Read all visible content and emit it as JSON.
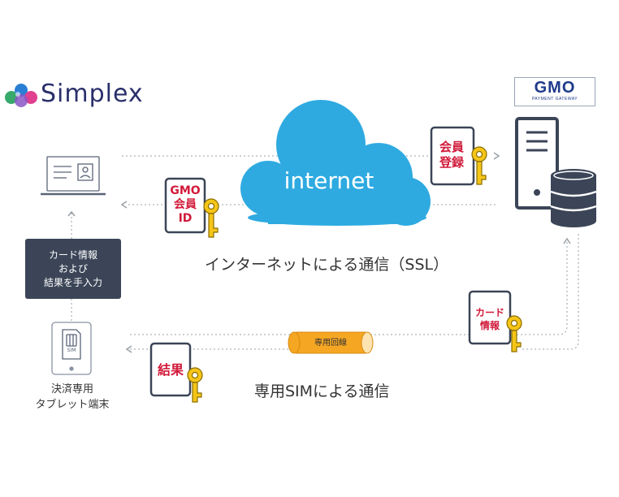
{
  "logos": {
    "simplex": "Simplex",
    "gmo": "GMO",
    "gmo_sub": "PAYMENT GATEWAY"
  },
  "cloud": {
    "label": "internet"
  },
  "captions": {
    "internet_route": "インターネットによる通信（SSL）",
    "sim_route": "専用SIMによる通信"
  },
  "manual_entry": [
    "カード情報",
    "および",
    "結果を手入力"
  ],
  "device": {
    "lines": [
      "決済専用",
      "タブレット端末"
    ],
    "sim_label": "SIM"
  },
  "cards": {
    "member_registration": [
      "会員",
      "登録"
    ],
    "gmo_member_id": [
      "GMO",
      "会員",
      "ID"
    ],
    "card_info": [
      "カード",
      "情報"
    ],
    "result": [
      "結果"
    ]
  },
  "dedicated_line": "専用回線",
  "colors": {
    "cloud": "#2eaae1",
    "key": "#f5c518",
    "card_text": "#d11a3a",
    "server": "#3b4557",
    "pipe": "#f5a623",
    "dotted_line": "#9aa0a6"
  }
}
